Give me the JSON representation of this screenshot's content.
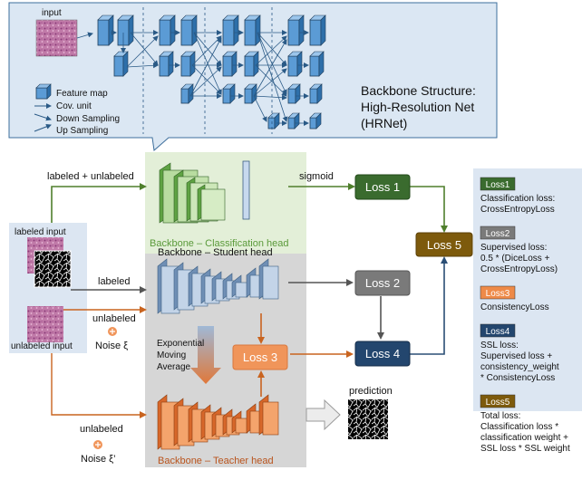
{
  "hrnet": {
    "input_label": "input",
    "legend": [
      "Feature map",
      "Cov. unit",
      "Down Sampling",
      "Up Sampling"
    ],
    "title_lines": [
      "Backbone Structure:",
      "High-Resolution Net",
      "(HRNet)"
    ]
  },
  "flow": {
    "labeled_unlabeled": "labeled + unlabeled",
    "sigmoid": "sigmoid",
    "labeled_input": "labeled input",
    "unlabeled_input": "unlabeled input",
    "labeled": "labeled",
    "unlabeled": "unlabeled",
    "noise": "Noise ξ",
    "unlabeled_2": "unlabeled",
    "noise_2": "Noise ξ’",
    "ema_lines": [
      "Exponential",
      "Moving",
      "Average"
    ],
    "prediction": "prediction"
  },
  "heads": {
    "classification": "Backbone – Classification head",
    "student": "Backbone – Student head",
    "teacher": "Backbone – Teacher head"
  },
  "losses": {
    "loss1": "Loss 1",
    "loss2": "Loss 2",
    "loss3": "Loss 3",
    "loss4": "Loss 4",
    "loss5": "Loss 5"
  },
  "sidebar": {
    "items": [
      {
        "tag": "Loss1",
        "color": "#3a6b2e",
        "lines": [
          "Classification loss:",
          "CrossEntropyLoss"
        ]
      },
      {
        "tag": "Loss2",
        "color": "#7a7a7a",
        "lines": [
          "Supervised loss:",
          "0.5 * (DiceLoss +",
          "CrossEntropyLoss)"
        ]
      },
      {
        "tag": "Loss3",
        "color": "#ee8a48",
        "lines": [
          "ConsistencyLoss"
        ]
      },
      {
        "tag": "Loss4",
        "color": "#23466e",
        "lines": [
          "SSL loss:",
          "Supervised loss +",
          "consistency_weight",
          "* ConsistencyLoss"
        ]
      },
      {
        "tag": "Loss5",
        "color": "#7d5a0c",
        "lines": [
          "Total loss:",
          "Classification loss *",
          "classification weight +",
          "SSL loss *  SSL weight"
        ]
      }
    ]
  },
  "colors": {
    "green_arrow": "#4f7f2c",
    "gray_arrow": "#666666",
    "orange_arrow": "#c9641f",
    "blue_arrow": "#2a4e75",
    "loss1_fill": "#3a6b2e",
    "loss2_fill": "#7a7a7a",
    "loss3_fill": "#f0955a",
    "loss4_fill": "#23466e",
    "loss5_fill": "#7d5a0c"
  }
}
